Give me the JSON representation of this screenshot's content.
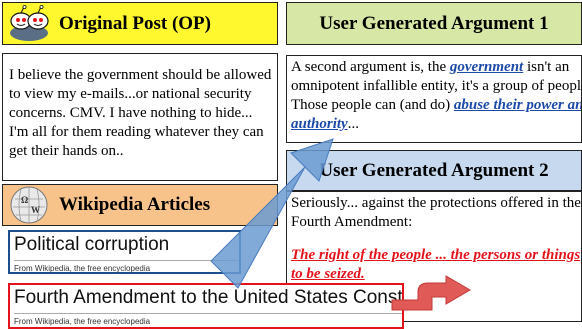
{
  "op": {
    "title": "Original Post (OP)",
    "icon": "reddit-alien-icon",
    "text": "I believe the government should be allowed to view my e-mails...or national security concerns. CMV.  I have nothing to hide... I'm all for them reading whatever they can get their hands on.."
  },
  "arg1": {
    "title": "User Generated Argument 1",
    "line1_prefix": "A second argument is, the ",
    "line1_link": "government",
    "line1_suffix": " isn't an",
    "line2": "omnipotent infallible entity, it's a group of people.",
    "line3_prefix": "Those people can (and do) ",
    "line3_link": "abuse their power and",
    "line4_link": "authority",
    "line4_suffix": "..."
  },
  "arg2": {
    "title": "User Generated Argument 2",
    "line1": "Seriously... against the protections offered in the",
    "line2": "Fourth Amendment:",
    "quote1": "The right of the people ... the persons or things",
    "quote2": "to be seized."
  },
  "wiki": {
    "title": "Wikipedia Articles",
    "icon": "wikipedia-globe-icon",
    "articles": [
      {
        "title": "Political corruption",
        "subtitle": "From Wikipedia, the free encyclopedia"
      },
      {
        "title": "Fourth Amendment to the United States Constitution",
        "subtitle": "From Wikipedia, the free encyclopedia"
      }
    ]
  },
  "colors": {
    "op_header": "#fff82e",
    "arg1_header": "#d6e7a6",
    "arg2_header": "#c7d9ef",
    "wiki_header": "#f8c38b",
    "blue_arrow": "#6b9bd1",
    "red_arrow": "#e05a58"
  }
}
